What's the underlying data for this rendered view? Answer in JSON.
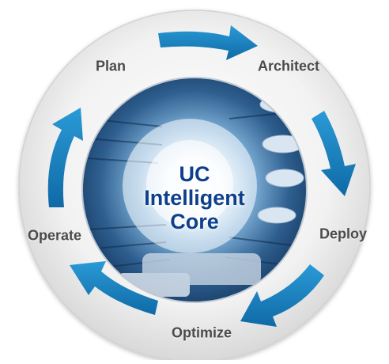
{
  "core": {
    "line1": "UC",
    "line2": "Intelligent",
    "line3": "Core"
  },
  "stages": [
    {
      "label": "Plan"
    },
    {
      "label": "Architect"
    },
    {
      "label": "Deploy"
    },
    {
      "label": "Optimize"
    },
    {
      "label": "Operate"
    }
  ],
  "colors": {
    "arrow": "#1b86c6",
    "arrow_dark": "#0f6aa6",
    "ring_outer": "#f6f6f6",
    "ring_inner": "#dcdcdc",
    "label": "#4a4a4a",
    "core_text": "#0d3f8c",
    "core_glow": "#ffffff",
    "core_bg": "#1c3f6e"
  },
  "icons": {
    "arrows": "circular-process-arrow",
    "core": "server-rack-photo"
  }
}
